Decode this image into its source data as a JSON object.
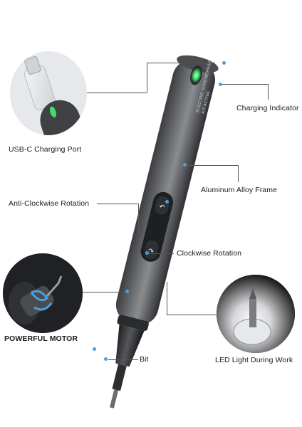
{
  "labels": {
    "usb_c_port": "USB-C Charging Port",
    "charging_indicator": "Charging Indicator",
    "aluminum_frame": "Aluminum Alloy Frame",
    "anti_clockwise": "Anti-Clockwise Rotation",
    "clockwise": "Clockwise Rotation",
    "motor": "POWERFUL MOTOR",
    "bit": "Bit",
    "led_light": "LED Light During Work"
  },
  "device": {
    "engraved_text_line1": "ELECTRIC SCREWDRIVER",
    "engraved_text_line2": "KIT-ACTIVE"
  },
  "colors": {
    "accent_blue": "#4a9fe0",
    "led_green": "#3ee06a",
    "body_gray": "#5b5d61"
  }
}
